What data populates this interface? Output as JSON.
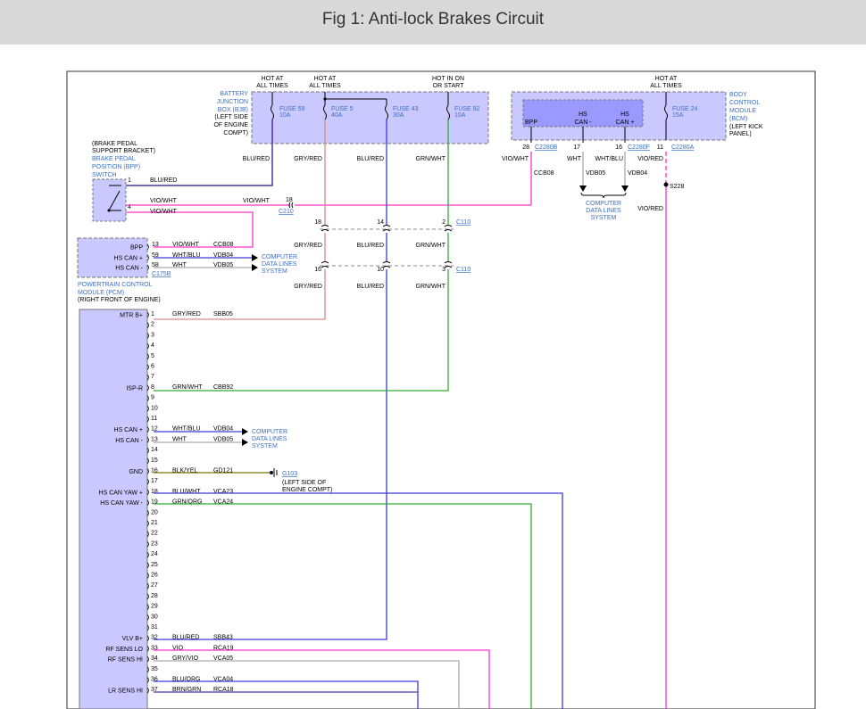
{
  "header": {
    "title": "Fig 1: Anti-lock Brakes Circuit"
  },
  "colors": {
    "pink": "#ff33cc",
    "violet": "#8c3ad8",
    "blue": "#3b3bdc",
    "green": "#33aa33",
    "salmon": "#e08a86",
    "gray": "#aaaaaa",
    "purple": "#553399",
    "box_fill": "#c9c9ff",
    "box_dark": "#9999ff",
    "link": "#3a6fc4"
  },
  "hot_labels": {
    "fuse59": [
      "HOT AT",
      "ALL TIMES"
    ],
    "fuse5": [
      "HOT AT",
      "ALL TIMES"
    ],
    "fuse92": [
      "HOT IN ON",
      "OR START"
    ],
    "fuse24": [
      "HOT AT",
      "ALL TIMES"
    ]
  },
  "bjb": {
    "label": [
      "BATTERY",
      "JUNCTION",
      "BOX (BJB)"
    ],
    "location": [
      "(LEFT SIDE",
      "OF ENGINE",
      "COMPT)"
    ]
  },
  "fuses": [
    {
      "name": "FUSE 59",
      "rating": "10A"
    },
    {
      "name": "FUSE 5",
      "rating": "40A"
    },
    {
      "name": "FUSE 43",
      "rating": "30A"
    },
    {
      "name": "FUSE 92",
      "rating": "10A"
    }
  ],
  "bcm": {
    "label": [
      "BODY",
      "CONTROL",
      "MODULE",
      "(BCM)"
    ],
    "location": [
      "(LEFT KICK",
      "PANEL)"
    ],
    "fuse": {
      "name": "FUSE 24",
      "rating": "15A"
    },
    "bpp": "BPP",
    "can_minus": [
      "HS",
      "CAN -"
    ],
    "can_plus": [
      "HS",
      "CAN +"
    ],
    "pins": [
      "28",
      "17",
      "16",
      "11"
    ],
    "connectors": [
      "C2280B",
      "C2280F",
      "C2280A"
    ]
  },
  "bcm_wires": {
    "vio_wht": "VIO/WHT",
    "ccb08": "CCB08",
    "wht": "WHT",
    "vdb05": "VDB05",
    "wht_blu": "WHT/BLU",
    "vdb04": "VDB04",
    "vio_red": "VIO/RED",
    "splice": "S228"
  },
  "cdl_top": [
    "COMPUTER",
    "DATA LINES",
    "SYSTEM"
  ],
  "bpp_switch": {
    "label_black": [
      "(BRAKE PEDAL",
      "SUPPORT BRACKET)"
    ],
    "label_blue": [
      "BRAKE PEDAL",
      "POSITION (BPP)",
      "SWITCH"
    ],
    "pin1": "1",
    "pin4": "4"
  },
  "top_wires": {
    "blu_red": "BLU/RED",
    "gry_red": "GRY/RED",
    "grn_wht": "GRN/WHT",
    "vio_wht": "VIO/WHT",
    "vio_wht2": "VIO/WHT",
    "c210_pin": "18",
    "c210": "C210"
  },
  "c110a": {
    "pins": [
      "18",
      "14",
      "2"
    ],
    "name": "C110"
  },
  "c110b": {
    "pins": [
      "16",
      "10",
      "3"
    ],
    "name": "C110"
  },
  "mid_wires": [
    "GRY/RED",
    "BLU/RED",
    "GRN/WHT"
  ],
  "low_wires": [
    "GRY/RED",
    "BLU/RED",
    "GRN/WHT"
  ],
  "pcm": {
    "rows": [
      {
        "label": "BPP",
        "pin": "13",
        "color": "VIO/WHT",
        "circuit": "CCB08"
      },
      {
        "label": "HS CAN +",
        "pin": "59",
        "color": "WHT/BLU",
        "circuit": "VDB04"
      },
      {
        "label": "HS CAN -",
        "pin": "58",
        "color": "WHT",
        "circuit": "VDB05"
      }
    ],
    "connector": "C175B",
    "cdl": [
      "COMPUTER",
      "DATA LINES",
      "SYSTEM"
    ],
    "label": [
      "POWERTRAIN CONTROL",
      "MODULE (PCM)"
    ],
    "location": "(RIGHT FRONT OF ENGINE)"
  },
  "abs": {
    "pins": [
      {
        "pin": "1",
        "label": "MTR B+",
        "color": "GRY/RED",
        "circuit": "SBB05"
      },
      {
        "pin": "2",
        "label": "",
        "color": "",
        "circuit": ""
      },
      {
        "pin": "3",
        "label": "",
        "color": "",
        "circuit": ""
      },
      {
        "pin": "4",
        "label": "",
        "color": "",
        "circuit": ""
      },
      {
        "pin": "5",
        "label": "",
        "color": "",
        "circuit": ""
      },
      {
        "pin": "6",
        "label": "",
        "color": "",
        "circuit": ""
      },
      {
        "pin": "7",
        "label": "",
        "color": "",
        "circuit": ""
      },
      {
        "pin": "8",
        "label": "ISP-R",
        "color": "GRN/WHT",
        "circuit": "CBB92"
      },
      {
        "pin": "9",
        "label": "",
        "color": "",
        "circuit": ""
      },
      {
        "pin": "10",
        "label": "",
        "color": "",
        "circuit": ""
      },
      {
        "pin": "11",
        "label": "",
        "color": "",
        "circuit": ""
      },
      {
        "pin": "12",
        "label": "HS CAN +",
        "color": "WHT/BLU",
        "circuit": "VDB04"
      },
      {
        "pin": "13",
        "label": "HS CAN -",
        "color": "WHT",
        "circuit": "VDB05"
      },
      {
        "pin": "14",
        "label": "",
        "color": "",
        "circuit": ""
      },
      {
        "pin": "15",
        "label": "",
        "color": "",
        "circuit": ""
      },
      {
        "pin": "16",
        "label": "GND",
        "color": "BLK/YEL",
        "circuit": "GD121"
      },
      {
        "pin": "17",
        "label": "",
        "color": "",
        "circuit": ""
      },
      {
        "pin": "18",
        "label": "HS CAN YAW +",
        "color": "BLU/WHT",
        "circuit": "VCA23"
      },
      {
        "pin": "19",
        "label": "HS CAN YAW -",
        "color": "GRN/ORG",
        "circuit": "VCA24"
      },
      {
        "pin": "20",
        "label": "",
        "color": "",
        "circuit": ""
      },
      {
        "pin": "21",
        "label": "",
        "color": "",
        "circuit": ""
      },
      {
        "pin": "22",
        "label": "",
        "color": "",
        "circuit": ""
      },
      {
        "pin": "23",
        "label": "",
        "color": "",
        "circuit": ""
      },
      {
        "pin": "24",
        "label": "",
        "color": "",
        "circuit": ""
      },
      {
        "pin": "25",
        "label": "",
        "color": "",
        "circuit": ""
      },
      {
        "pin": "26",
        "label": "",
        "color": "",
        "circuit": ""
      },
      {
        "pin": "27",
        "label": "",
        "color": "",
        "circuit": ""
      },
      {
        "pin": "28",
        "label": "",
        "color": "",
        "circuit": ""
      },
      {
        "pin": "29",
        "label": "",
        "color": "",
        "circuit": ""
      },
      {
        "pin": "30",
        "label": "",
        "color": "",
        "circuit": ""
      },
      {
        "pin": "31",
        "label": "",
        "color": "",
        "circuit": ""
      },
      {
        "pin": "32",
        "label": "VLV B+",
        "color": "BLU/RED",
        "circuit": "SBB43"
      },
      {
        "pin": "33",
        "label": "RF SENS LO",
        "color": "VIO",
        "circuit": "RCA19"
      },
      {
        "pin": "34",
        "label": "RF SENS HI",
        "color": "GRY/VIO",
        "circuit": "VCA05"
      },
      {
        "pin": "35",
        "label": "",
        "color": "",
        "circuit": ""
      },
      {
        "pin": "36",
        "label": "",
        "color": "BLU/ORG",
        "circuit": "VCA04"
      },
      {
        "pin": "37",
        "label": "LR SENS HI",
        "color": "BRN/GRN",
        "circuit": "RCA18"
      }
    ],
    "cdl": [
      "COMPUTER",
      "DATA LINES",
      "SYSTEM"
    ],
    "ground": {
      "name": "G103",
      "location": [
        "(LEFT SIDE OF",
        "ENGINE COMPT)"
      ]
    }
  }
}
